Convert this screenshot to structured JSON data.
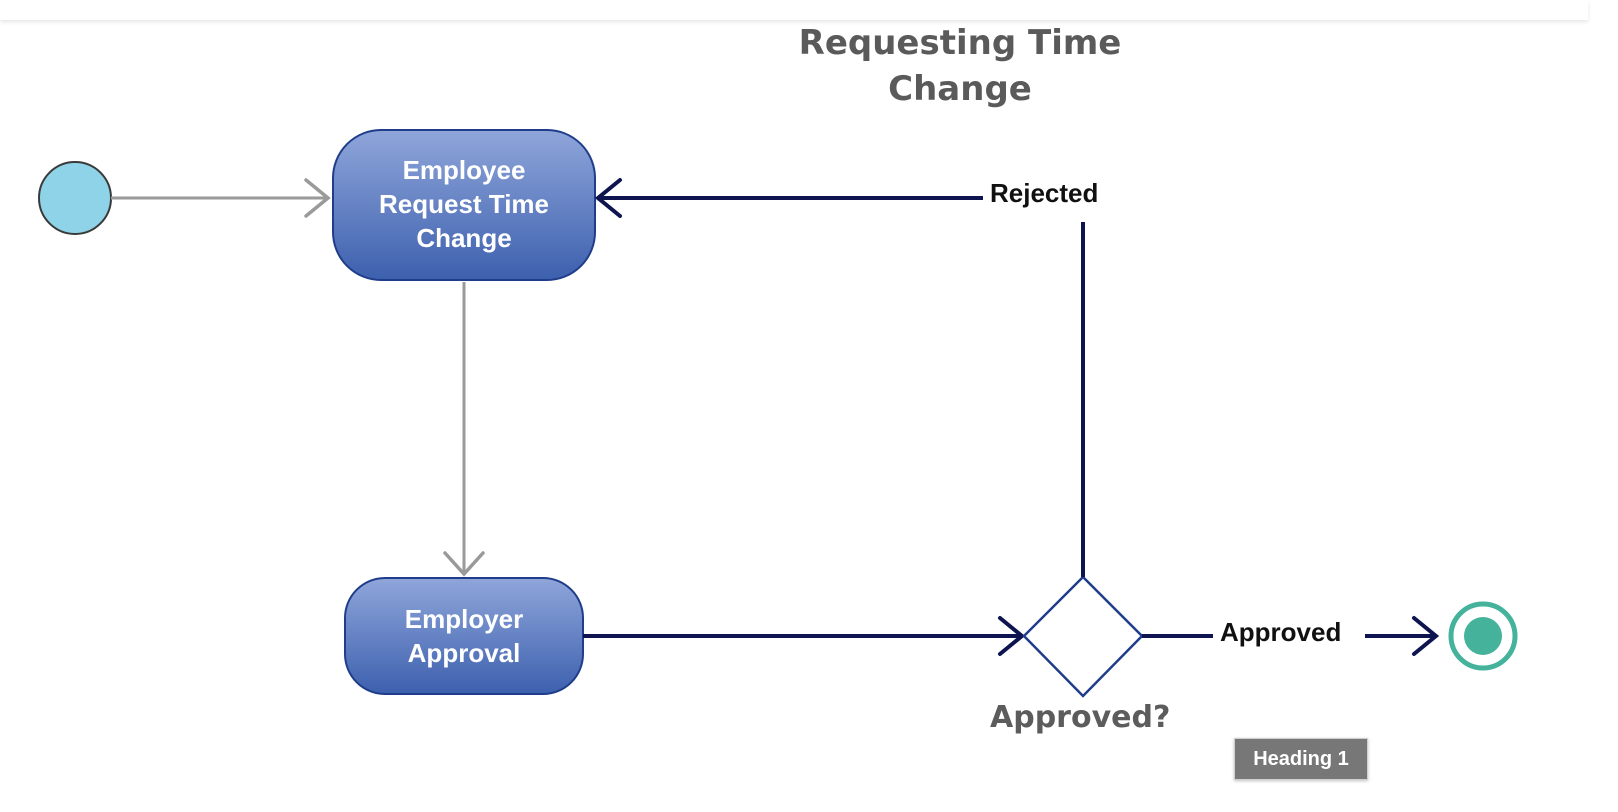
{
  "title": "Requesting Time\nChange",
  "nodes": {
    "employee_request": "Employee\nRequest Time\nChange",
    "employer_approval": "Employer\nApproval",
    "decision": "Approved?"
  },
  "edges": {
    "rejected_label": "Rejected",
    "approved_label": "Approved"
  },
  "tooltip": "Heading 1",
  "colors": {
    "start_node": "#8fd3e8",
    "activity_fill_top": "#8fa6da",
    "activity_fill_bottom": "#3d60ae",
    "activity_stroke": "#1f3d8a",
    "gray_arrow": "#9a9a9a",
    "navy_arrow": "#0d1450",
    "end_node": "#45b39c"
  }
}
